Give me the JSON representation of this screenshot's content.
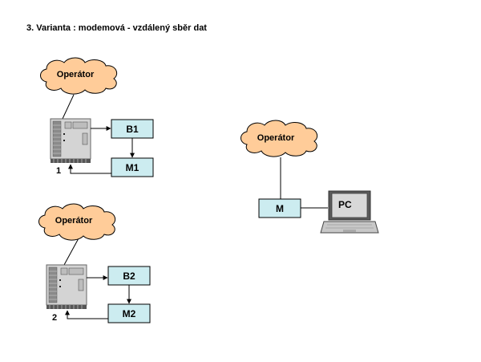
{
  "title": "3. Varianta : modemová - vzdálený sběr dat",
  "colors": {
    "cloud_fill": "#FFCC99",
    "box_fill": "#CCECF0",
    "plc_fill": "#D4D4D4",
    "stroke": "#000000"
  },
  "group1": {
    "cloud_label": "Operátor",
    "box_top": "B1",
    "box_bottom": "M1",
    "device_number": "1"
  },
  "group2": {
    "cloud_label": "Operátor",
    "box_top": "B2",
    "box_bottom": "M2",
    "device_number": "2"
  },
  "group3": {
    "cloud_label": "Operátor",
    "modem_label": "M",
    "pc_label": "PC"
  },
  "icons": {
    "device": "plc-controller-icon",
    "computer": "laptop-icon",
    "cloud": "cloud-icon"
  }
}
